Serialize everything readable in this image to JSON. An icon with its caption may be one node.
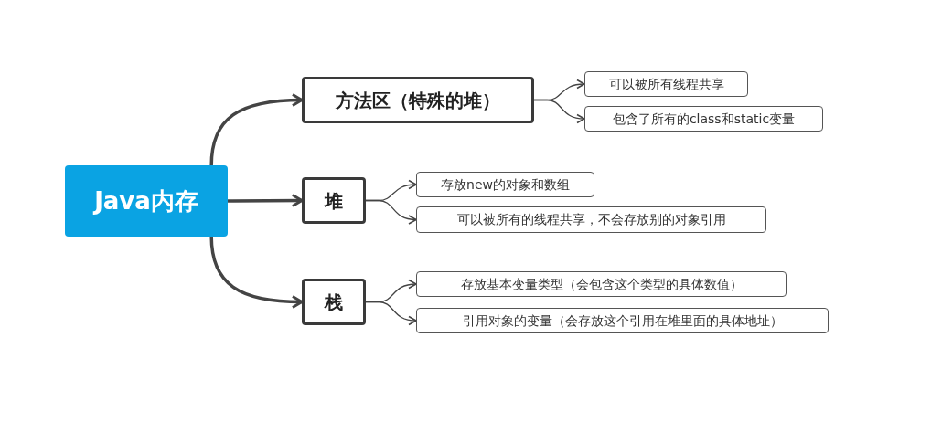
{
  "diagram": {
    "nodes": [
      {
        "text": [
          "Java内存"
        ]
      },
      {
        "text": [
          "方法区（特殊的堆）"
        ]
      },
      {
        "text": [
          "可以被所有线程共享"
        ]
      },
      {
        "text": [
          "包含了所有的class和static变量"
        ]
      },
      {
        "text": [
          "堆"
        ]
      },
      {
        "text": [
          "存放new的对象和数组"
        ]
      },
      {
        "text": [
          "可以被所有的线程共享，不会存放别的对象引用"
        ]
      },
      {
        "text": [
          "栈"
        ]
      },
      {
        "text": [
          "存放基本变量类型（会包含这个类型的具体数值）"
        ]
      },
      {
        "text": [
          "引用对象的变量（会存放这个引用在堆里面的具体地址）"
        ]
      }
    ],
    "edges": [
      {
        "from": 0,
        "to": 1,
        "arrow": "to",
        "style": "thick"
      },
      {
        "from": 0,
        "to": 4,
        "arrow": "to",
        "style": "thick"
      },
      {
        "from": 0,
        "to": 7,
        "arrow": "to",
        "style": "thick"
      },
      {
        "from": 1,
        "to": 2,
        "arrow": "to"
      },
      {
        "from": 1,
        "to": 3,
        "arrow": "to"
      },
      {
        "from": 4,
        "to": 5,
        "arrow": "to"
      },
      {
        "from": 4,
        "to": 6,
        "arrow": "to"
      },
      {
        "from": 7,
        "to": 8,
        "arrow": "to"
      },
      {
        "from": 7,
        "to": 9,
        "arrow": "to"
      }
    ]
  }
}
